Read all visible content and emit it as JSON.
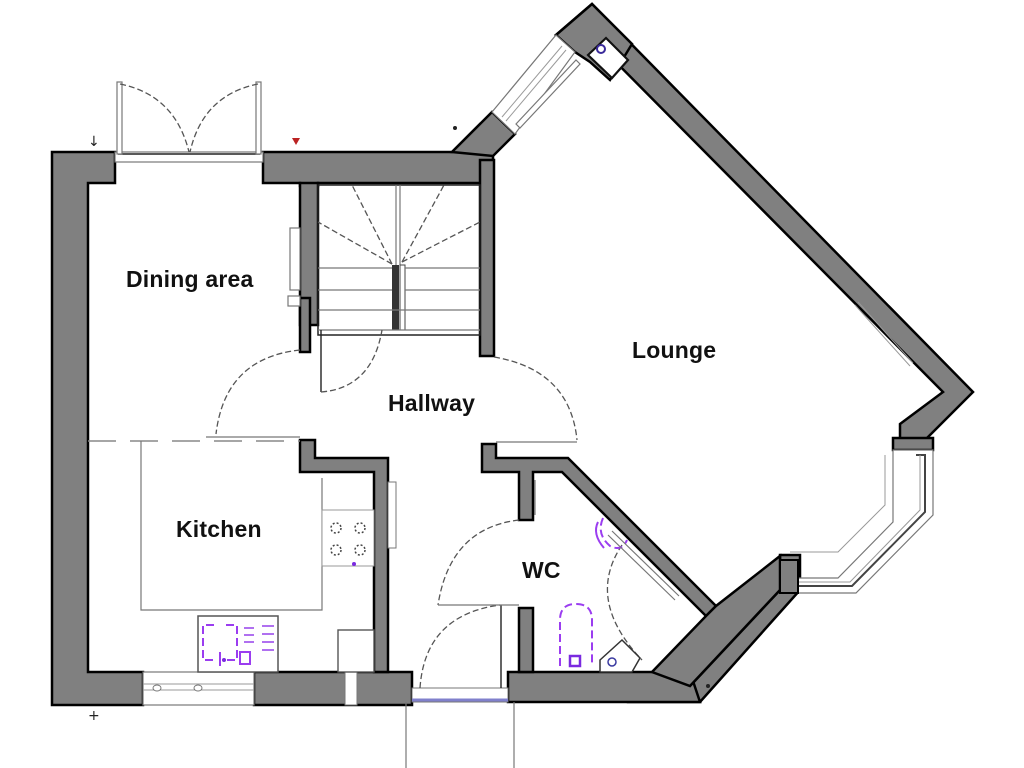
{
  "floor_plan": {
    "rooms": [
      {
        "id": "dining",
        "label": "Dining area"
      },
      {
        "id": "lounge",
        "label": "Lounge"
      },
      {
        "id": "hallway",
        "label": "Hallway"
      },
      {
        "id": "kitchen",
        "label": "Kitchen"
      },
      {
        "id": "wc",
        "label": "WC"
      }
    ],
    "colors": {
      "wall_fill": "#808080",
      "wall_outline": "#000000",
      "fixture_accent": "#9b3df0",
      "background": "#ffffff"
    }
  }
}
